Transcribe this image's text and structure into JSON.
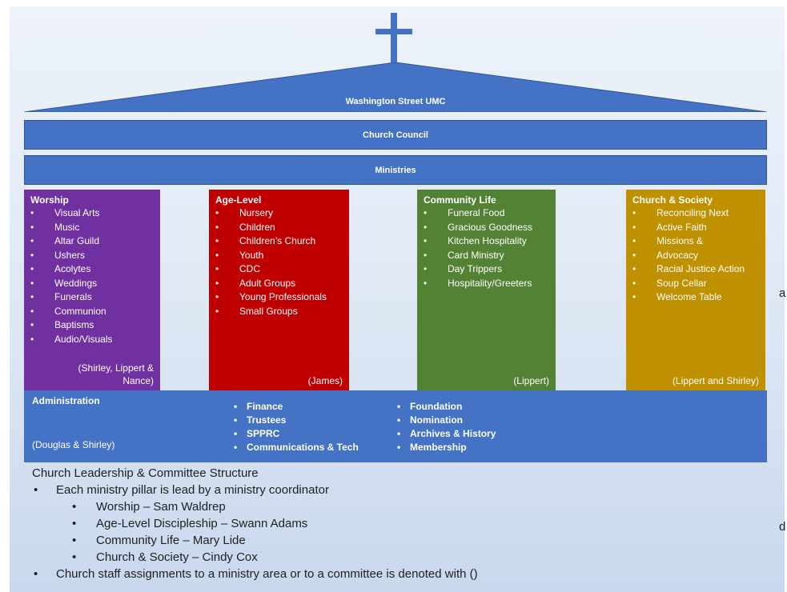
{
  "roof": {
    "title": "Washington Street UMC"
  },
  "council": {
    "title": "Church Council"
  },
  "ministries": {
    "title": "Ministries"
  },
  "pillars": [
    {
      "title": "Worship",
      "items": [
        "Visual Arts",
        "Music",
        "Altar Guild",
        "Ushers",
        "Acolytes",
        "Weddings",
        "Funerals",
        "Communion",
        "Baptisms",
        "Audio/Visuals"
      ],
      "staff_line1": "(Shirley, Lippert &",
      "staff_line2": "Nance)",
      "color": "#7030a0"
    },
    {
      "title": "Age-Level",
      "items": [
        "Nursery",
        "Children",
        "Children’s Church",
        "Youth",
        "CDC",
        "Adult Groups",
        "Young Professionals",
        "Small Groups"
      ],
      "staff_line1": "(James)",
      "color": "#c00000"
    },
    {
      "title": "Community Life",
      "items": [
        "Funeral Food",
        "Gracious Goodness",
        "Kitchen Hospitality",
        "Card Ministry",
        "Day Trippers",
        "Hospitality/Greeters"
      ],
      "staff_line1": "(Lippert)",
      "color": "#548235"
    },
    {
      "title": "Church & Society",
      "items": [
        "Reconciling Next",
        "Active Faith",
        "Missions &",
        "Advocacy",
        "Racial Justice Action",
        "Soup Cellar",
        "Welcome Table"
      ],
      "staff_line1": "(Lippert and Shirley)",
      "color": "#bf9000"
    }
  ],
  "administration": {
    "title": "Administration",
    "staff": "(Douglas & Shirley)",
    "col1": [
      "Finance",
      "Trustees",
      "SPPRC",
      "Communications & Tech"
    ],
    "col2": [
      "Foundation",
      "Nomination",
      "Archives & History",
      "Membership"
    ]
  },
  "notes": {
    "heading": "Church Leadership & Committee Structure",
    "bullet1": "Each ministry pillar is lead by a ministry coordinator",
    "coordinators": [
      "Worship – Sam Waldrep",
      "Age-Level Discipleship – Swann Adams",
      "Community Life – Mary Lide",
      "Church & Society – Cindy Cox"
    ],
    "bullet2": "Church staff assignments to a ministry area or to a committee is denoted with ()"
  },
  "edge_glyphs": {
    "a": "a",
    "d": "d"
  },
  "colors": {
    "banner_blue": "#4472c4",
    "cross_blue": "#4472c4"
  }
}
